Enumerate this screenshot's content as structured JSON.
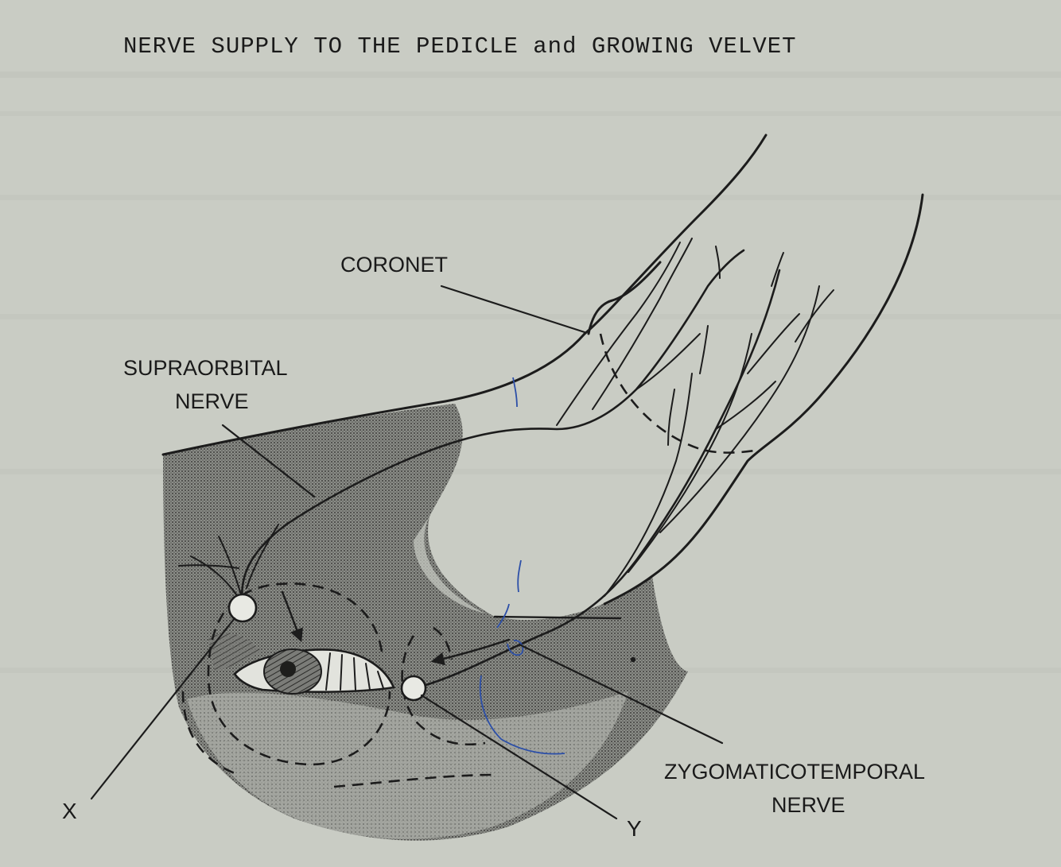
{
  "title": "NERVE SUPPLY TO THE PEDICLE and GROWING VELVET",
  "labels": {
    "coronet": "CORONET",
    "supraorbital_line1": "SUPRAORBITAL",
    "supraorbital_line2": "NERVE",
    "zygomaticotemporal_line1": "ZYGOMATICOTEMPORAL",
    "zygomaticotemporal_line2": "NERVE",
    "x": "X",
    "y": "Y"
  },
  "colors": {
    "paper": "#c9ccc4",
    "ink": "#1c1c1c",
    "stipple_dark": "#6f716c",
    "stipple_light": "#9a9c96",
    "pen_blue": "#2c4fa8"
  }
}
